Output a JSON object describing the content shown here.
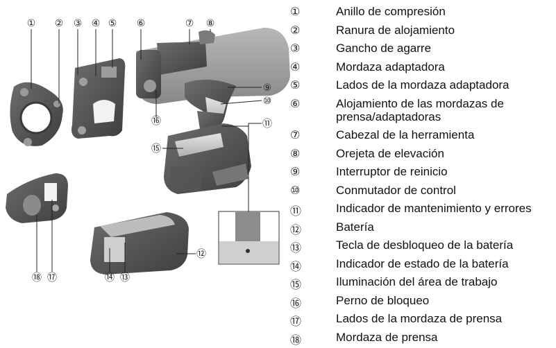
{
  "callouts": [
    {
      "n": "1",
      "glyph": "①",
      "label": "Anillo de compresión"
    },
    {
      "n": "2",
      "glyph": "②",
      "label": "Ranura de alojamiento"
    },
    {
      "n": "3",
      "glyph": "③",
      "label": "Gancho de agarre"
    },
    {
      "n": "4",
      "glyph": "④",
      "label": "Mordaza adaptadora"
    },
    {
      "n": "5",
      "glyph": "⑤",
      "label": "Lados de la mordaza adaptadora"
    },
    {
      "n": "6",
      "glyph": "⑥",
      "label": "Alojamiento de las mordazas de prensa/adaptadoras"
    },
    {
      "n": "7",
      "glyph": "⑦",
      "label": "Cabezal de la herramienta"
    },
    {
      "n": "8",
      "glyph": "⑧",
      "label": "Orejeta de elevación"
    },
    {
      "n": "9",
      "glyph": "⑨",
      "label": "Interruptor de reinicio"
    },
    {
      "n": "10",
      "glyph": "⑩",
      "label": "Conmutador de control"
    },
    {
      "n": "11",
      "glyph": "⑪",
      "label": "Indicador de mantenimiento y errores"
    },
    {
      "n": "12",
      "glyph": "⑫",
      "label": "Batería"
    },
    {
      "n": "13",
      "glyph": "⑬",
      "label": "Tecla de desbloqueo de la batería"
    },
    {
      "n": "14",
      "glyph": "⑭",
      "label": "Indicador de estado de la batería"
    },
    {
      "n": "15",
      "glyph": "⑮",
      "label": "Iluminación del área de trabajo"
    },
    {
      "n": "16",
      "glyph": "⑯",
      "label": "Perno de bloqueo"
    },
    {
      "n": "17",
      "glyph": "⑰",
      "label": "Lados de la mordaza de prensa"
    },
    {
      "n": "18",
      "glyph": "⑱",
      "label": "Mordaza de prensa"
    }
  ]
}
